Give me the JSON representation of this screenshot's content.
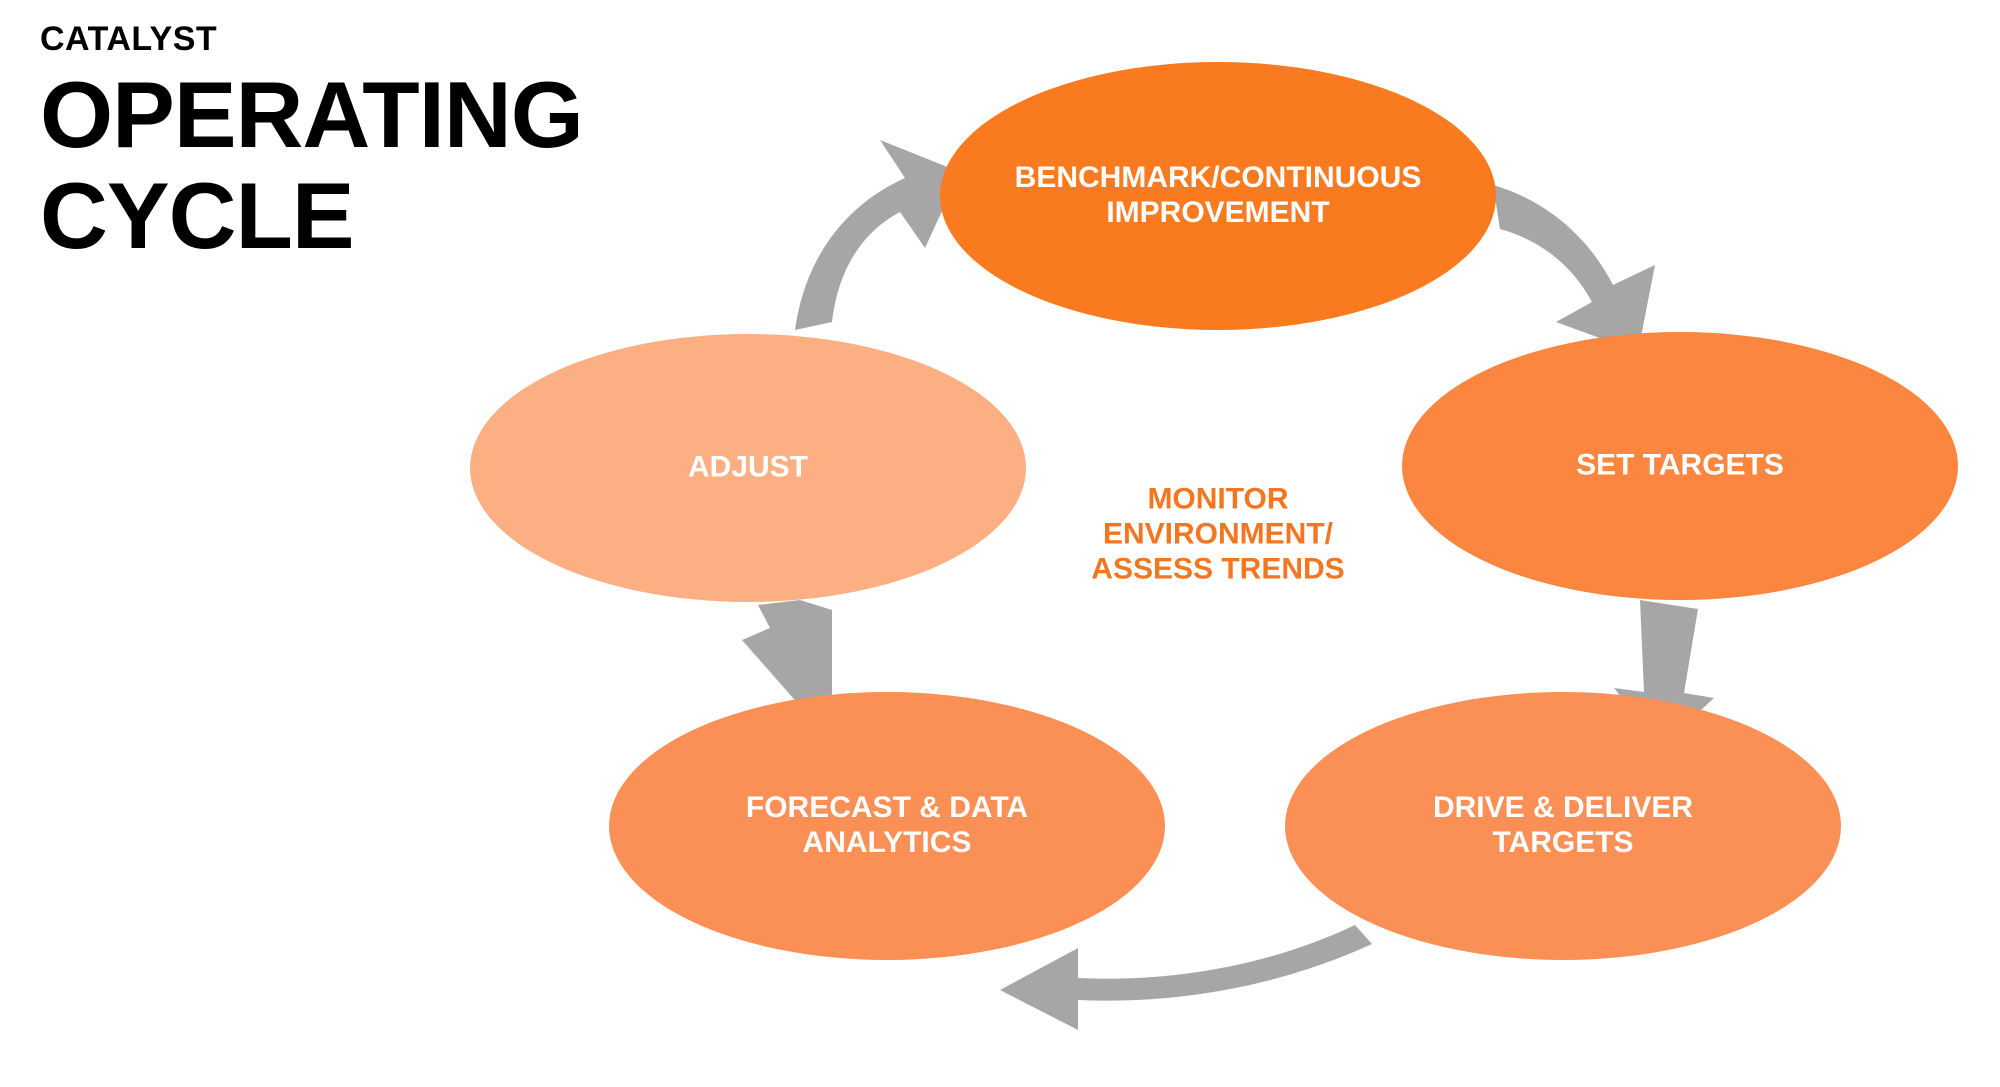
{
  "title": {
    "eyebrow": "CATALYST",
    "heading": "OPERATING\nCYCLE"
  },
  "diagram": {
    "type": "cycle",
    "center_caption": "MONITOR\nENVIRONMENT/\nASSESS TRENDS",
    "center_caption_color": "#F47621",
    "background_color": "#FFFFFF",
    "arrow_color": "#A6A6A6",
    "node_text_color": "#FFFFFF",
    "nodes": [
      {
        "id": "benchmark",
        "label": "BENCHMARK/CONTINUOUS\nIMPROVEMENT",
        "color": "#F97A1F",
        "position": "top"
      },
      {
        "id": "set-targets",
        "label": "SET TARGETS",
        "color": "#FA8640",
        "position": "right"
      },
      {
        "id": "drive-deliver",
        "label": "DRIVE & DELIVER\nTARGETS",
        "color": "#FB9056",
        "position": "bottom-right"
      },
      {
        "id": "forecast",
        "label": "FORECAST & DATA\nANALYTICS",
        "color": "#FB9056",
        "position": "bottom-left"
      },
      {
        "id": "adjust",
        "label": "ADJUST",
        "color": "#FCAF82",
        "position": "left"
      }
    ],
    "arrows": [
      {
        "id": "benchmark-to-set-targets",
        "from": "benchmark",
        "to": "set-targets",
        "direction": "down-right"
      },
      {
        "id": "set-targets-to-drive",
        "from": "set-targets",
        "to": "drive-deliver",
        "direction": "down"
      },
      {
        "id": "drive-to-forecast",
        "from": "drive-deliver",
        "to": "forecast",
        "direction": "left"
      },
      {
        "id": "forecast-to-adjust",
        "from": "forecast",
        "to": "adjust",
        "direction": "up"
      },
      {
        "id": "adjust-to-benchmark",
        "from": "adjust",
        "to": "benchmark",
        "direction": "up-right"
      }
    ]
  }
}
